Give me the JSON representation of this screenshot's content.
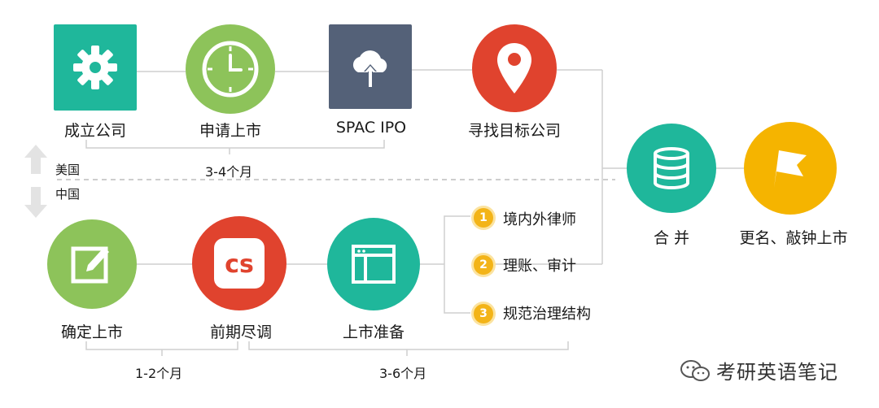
{
  "top_row": {
    "found_company": "成立公司",
    "apply_listing": "申请上市",
    "spac_ipo": "SPAC IPO",
    "find_target": "寻找目标公司",
    "duration": "3-4个月"
  },
  "regions": {
    "us": "美国",
    "china": "中国"
  },
  "bottom_row": {
    "confirm_listing": "确定上市",
    "due_diligence": "前期尽调",
    "listing_prep": "上市准备",
    "duration_1": "1-2个月",
    "duration_2": "3-6个月"
  },
  "prep_steps": [
    {
      "num": "1",
      "text": "境内外律师"
    },
    {
      "num": "2",
      "text": "理账、审计"
    },
    {
      "num": "3",
      "text": "规范治理结构"
    }
  ],
  "right": {
    "merge": "合 并",
    "rename_listing": "更名、敲钟上市"
  },
  "watermark": {
    "text": "考研英语笔记"
  },
  "colors": {
    "teal": "#1fb79b",
    "green": "#8dc35a",
    "slate": "#546178",
    "red": "#e0432e",
    "yellow": "#f5b400",
    "line": "#cccccc"
  }
}
